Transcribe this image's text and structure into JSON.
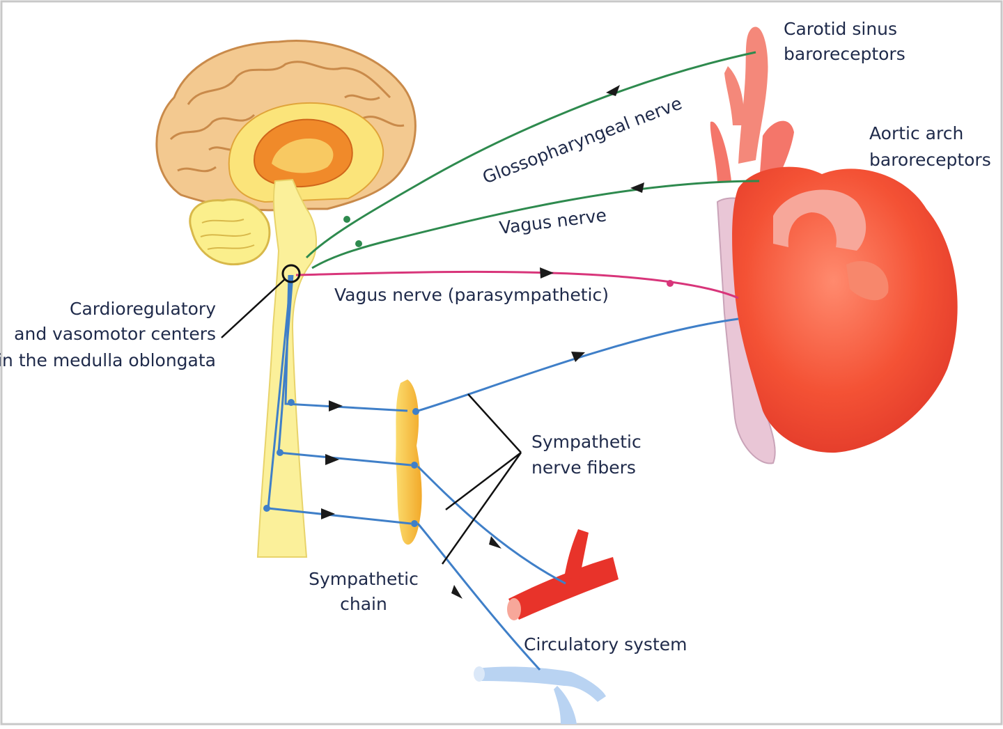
{
  "labels": {
    "carotid": [
      "Carotid sinus",
      "baroreceptors"
    ],
    "aortic": [
      "Aortic arch",
      "baroreceptors"
    ],
    "glossopharyngeal": "Glossopharyngeal nerve",
    "vagus": "Vagus nerve",
    "vagus_para": "Vagus nerve (parasympathetic)",
    "centers": [
      "Cardioregulatory",
      "and vasomotor centers",
      "in the medulla oblongata"
    ],
    "symp_fibers": [
      "Sympathetic",
      "nerve fibers"
    ],
    "symp_chain": [
      "Sympathetic",
      "chain"
    ],
    "circulatory": "Circulatory system"
  },
  "colors": {
    "afferent_nerve": "#2e8a4e",
    "parasympathetic_nerve": "#d8357a",
    "sympathetic_nerve": "#3f7fc8",
    "brain": "#f2c98a",
    "brainstem": "#fbf09a",
    "heart": "#f35a3c",
    "artery": "#e8332a",
    "vein": "#b9d3f2",
    "chain": "#f7c23e"
  }
}
